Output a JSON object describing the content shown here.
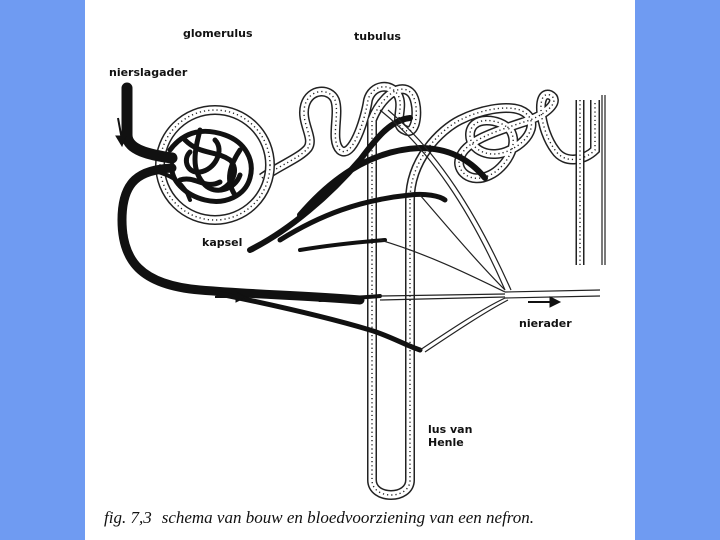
{
  "diagram": {
    "labels": {
      "glomerulus": "glomerulus",
      "tubulus": "tubulus",
      "nierslagader": "nierslagader",
      "kapsel": "kapsel",
      "nierader": "nierader",
      "lus_van_henle_line1": "lus van",
      "lus_van_henle_line2": "Henle"
    },
    "caption": {
      "figure_number": "fig. 7,3",
      "text": "schema van bouw en bloedvoorziening van een nefron."
    }
  },
  "colors": {
    "background_margin": "#6f9bf2",
    "page": "#ffffff",
    "ink": "#111111"
  }
}
